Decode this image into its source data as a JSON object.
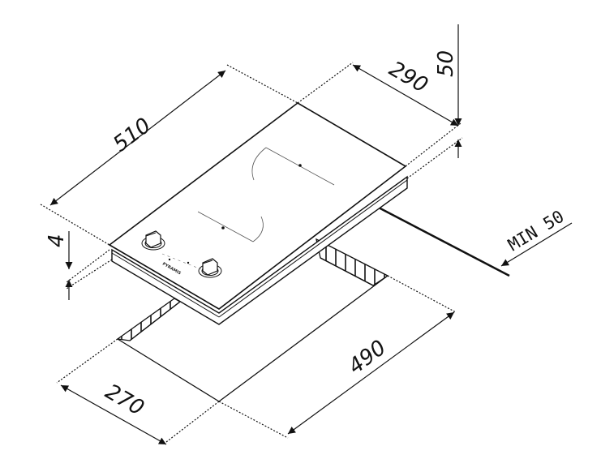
{
  "diagram": {
    "title": "Domino hob built-in installation dimensions",
    "brand": "PYRAMIS",
    "dimensions": {
      "length": "510",
      "width": "290",
      "clearance_top": "50",
      "min_clearance": "MIN 50",
      "thickness": "4",
      "cutout_length": "490",
      "cutout_width": "270"
    },
    "colors": {
      "line": "#111111",
      "background": "#ffffff"
    }
  }
}
